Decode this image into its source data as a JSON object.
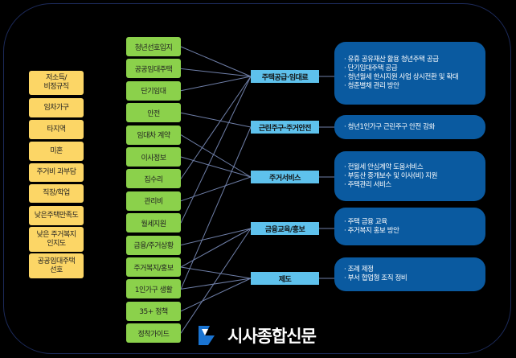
{
  "factors": [
    "저소득/\n비정규직",
    "임차가구",
    "타지역",
    "미혼",
    "주거비 과부담",
    "직장/학업",
    "낮은주택만족도",
    "낮은 주거복지\n인지도",
    "공공임대주택\n선호"
  ],
  "needs": [
    "청년선호입지",
    "공공임대주택",
    "단기임대",
    "안전",
    "임대차 계약",
    "이사정보",
    "집수리",
    "관리비",
    "월세지원",
    "금융/주거상황",
    "주거복지/홍보",
    "1인가구 생활",
    "35+ 정책",
    "정착가이드"
  ],
  "categories": [
    "주택공급·임대료",
    "근린주구·주거안전",
    "주거서비스",
    "금융교육/홍보",
    "제도"
  ],
  "policies": [
    [
      "· 유휴 공유재산 활용 청년주택 공급",
      "· 단기임대주택 공급",
      "· 청년월세 한시지원 사업 상시전환 및 확대",
      "· 청춘별채 관리 방안"
    ],
    [
      "· 청년1인가구 근린주구 안전 강화"
    ],
    [
      "· 전월세 안심계약 도움서비스",
      "· 부동산 중개보수 및 이사(비) 지원",
      "· 주택관리 서비스"
    ],
    [
      "· 주택 금융 교육",
      "· 주거복지 홍보 방안"
    ],
    [
      "· 조례 제정",
      "· 부서 협업형 조직 정비"
    ]
  ],
  "links": [
    [
      0,
      0
    ],
    [
      1,
      0
    ],
    [
      2,
      0
    ],
    [
      3,
      1
    ],
    [
      4,
      2
    ],
    [
      5,
      2
    ],
    [
      6,
      0
    ],
    [
      7,
      2
    ],
    [
      8,
      0
    ],
    [
      9,
      3
    ],
    [
      10,
      3
    ],
    [
      11,
      1
    ],
    [
      12,
      4
    ],
    [
      13,
      3
    ],
    [
      10,
      4
    ],
    [
      11,
      4
    ]
  ],
  "logo": "시사종합신문",
  "colors": {
    "factor": "#fcd666",
    "need": "#8bd14b",
    "category": "#5ec1ec",
    "policy": "#0a5aa0"
  }
}
